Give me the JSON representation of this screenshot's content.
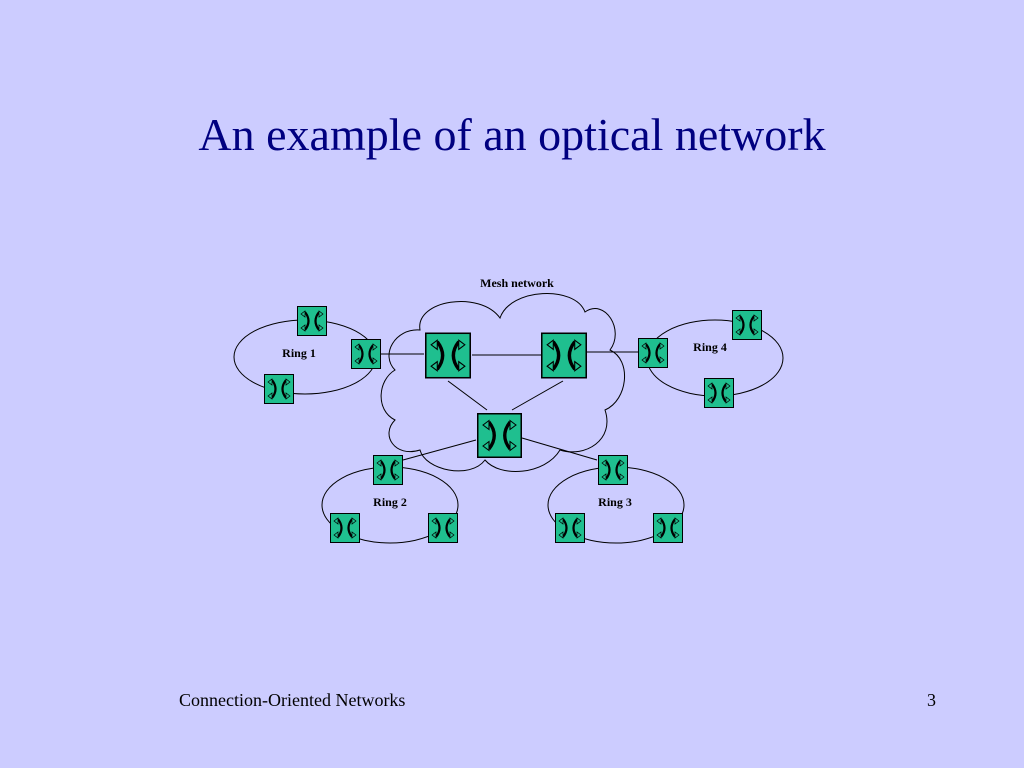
{
  "slide": {
    "title": "An example of an optical network",
    "footer_text": "Connection-Oriented Networks",
    "page_number": "3"
  },
  "diagram": {
    "mesh_label": "Mesh network",
    "rings": [
      {
        "label": "Ring 1"
      },
      {
        "label": "Ring 2"
      },
      {
        "label": "Ring 3"
      },
      {
        "label": "Ring 4"
      }
    ],
    "switch_icon": "optical-crossconnect-icon",
    "colors": {
      "background": "#ccccff",
      "title": "#000080",
      "switch_fill": "#1fbf8f",
      "line": "#000000",
      "cloud_fill": "#ccccff"
    }
  }
}
